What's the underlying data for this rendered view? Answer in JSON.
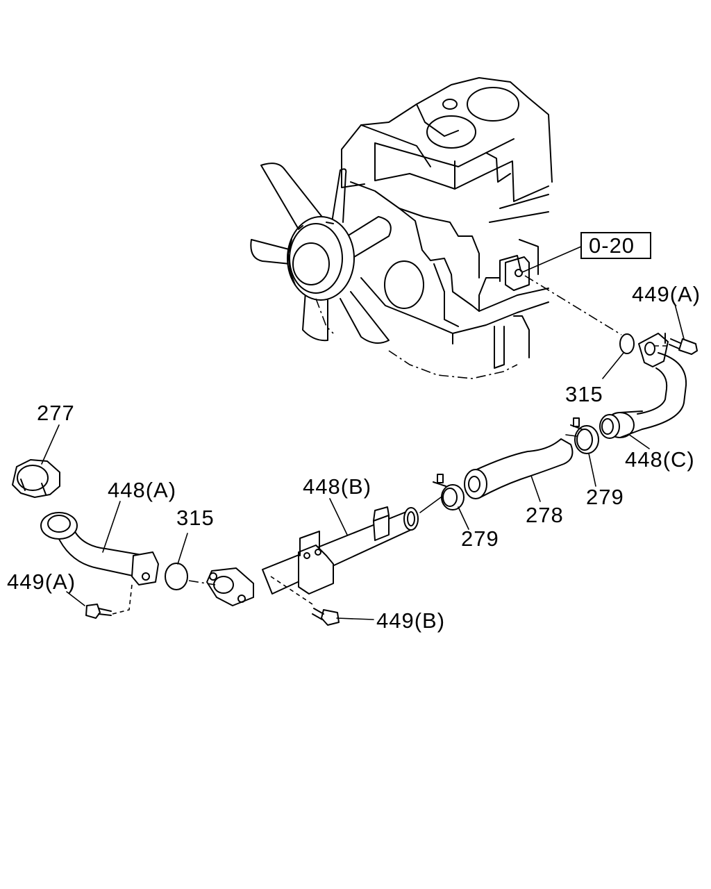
{
  "reference": {
    "label": "0-20"
  },
  "callouts": [
    {
      "id": "277",
      "text": "277"
    },
    {
      "id": "448a",
      "text": "448(A)"
    },
    {
      "id": "315-left",
      "text": "315"
    },
    {
      "id": "449a-left",
      "text": "449(A)"
    },
    {
      "id": "448b",
      "text": "448(B)"
    },
    {
      "id": "449b",
      "text": "449(B)"
    },
    {
      "id": "279-left",
      "text": "279"
    },
    {
      "id": "278",
      "text": "278"
    },
    {
      "id": "279-right",
      "text": "279"
    },
    {
      "id": "448c",
      "text": "448(C)"
    },
    {
      "id": "315-right",
      "text": "315"
    },
    {
      "id": "449a-right",
      "text": "449(A)"
    }
  ]
}
